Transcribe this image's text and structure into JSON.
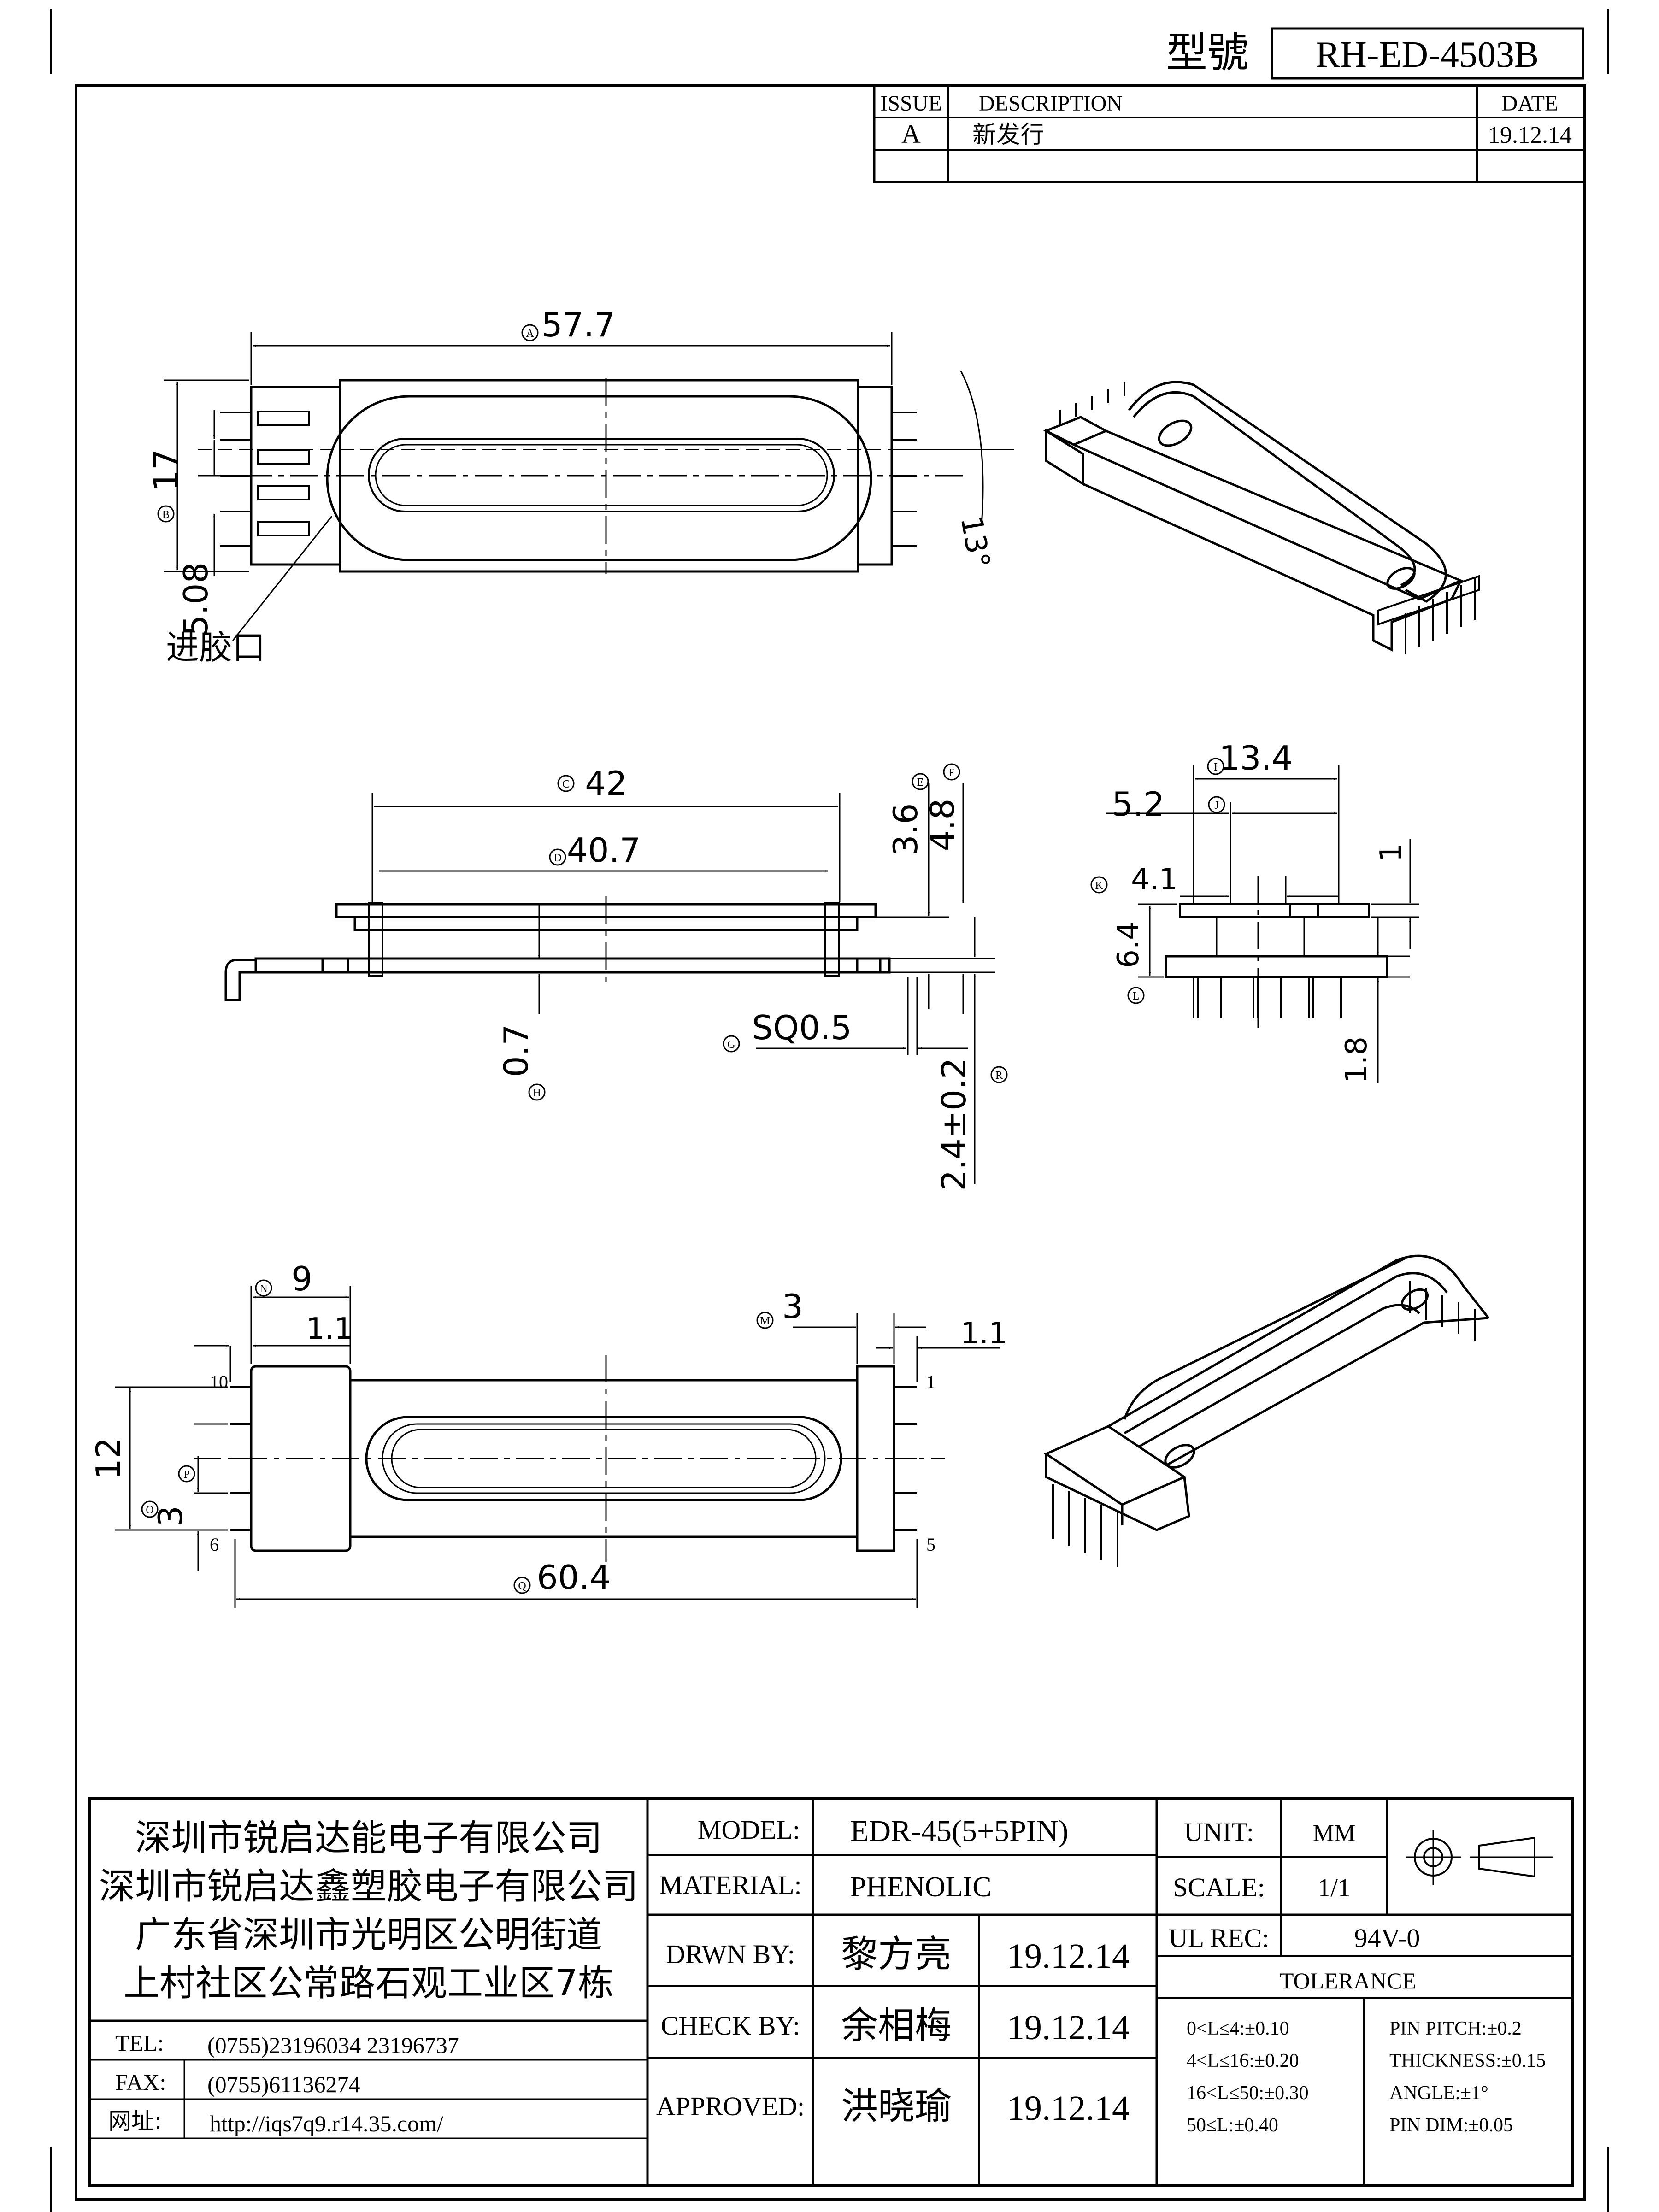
{
  "header": {
    "model_label": "型號",
    "model_number": "RH-ED-4503B"
  },
  "revision_table": {
    "headers": {
      "issue": "ISSUE",
      "description": "DESCRIPTION",
      "date": "DATE"
    },
    "rows": [
      {
        "issue": "A",
        "description": "新发行",
        "date": "19.12.14"
      }
    ]
  },
  "top_view": {
    "dim_length": "57.7",
    "dim_length_tag": "A",
    "dim_height": "17",
    "dim_height_tag": "B",
    "dim_pitch": "5.08",
    "dim_angle": "13°",
    "gate_label": "进胶口"
  },
  "side_view": {
    "dim_c": "42",
    "dim_c_tag": "C",
    "dim_d": "40.7",
    "dim_d_tag": "D",
    "dim_e": "3.6",
    "dim_e_tag": "E",
    "dim_f": "4.8",
    "dim_f_tag": "F",
    "dim_g": "SQ0.5",
    "dim_g_tag": "G",
    "dim_h": "0.7",
    "dim_h_tag": "H",
    "dim_r": "2.4±0.2",
    "dim_r_tag": "R"
  },
  "end_view": {
    "dim_i": "13.4",
    "dim_i_tag": "I",
    "dim_j": "5.2",
    "dim_j_tag": "J",
    "dim_k": "4.1",
    "dim_k_tag": "K",
    "dim_l": "6.4",
    "dim_l_tag": "L",
    "dim_one": "1",
    "dim_s": "1.8"
  },
  "bottom_view": {
    "dim_n": "9",
    "dim_n_tag": "N",
    "dim_n2": "1.1",
    "dim_m": "3",
    "dim_m_tag": "M",
    "dim_m2": "1.1",
    "dim_12": "12",
    "dim_o": "3",
    "dim_o_tag": "O",
    "dim_p_tag": "P",
    "dim_q": "60.4",
    "dim_q_tag": "Q",
    "pin_10": "10",
    "pin_6": "6",
    "pin_1": "1",
    "pin_5": "5"
  },
  "company": {
    "lines": [
      "深圳市锐启达能电子有限公司",
      "深圳市锐启达鑫塑胶电子有限公司",
      "广东省深圳市光明区公明街道",
      "上村社区公常路石观工业区7栋"
    ],
    "tel_label": "TEL:",
    "tel": "(0755)23196034  23196737",
    "fax_label": "FAX:",
    "fax": "(0755)61136274",
    "web_label": "网址:",
    "web": "http://iqs7q9.r14.35.com/"
  },
  "title_block": {
    "model_label": "MODEL:",
    "model": "EDR-45(5+5PIN)",
    "material_label": "MATERIAL:",
    "material": "PHENOLIC",
    "unit_label": "UNIT:",
    "unit": "MM",
    "scale_label": "SCALE:",
    "scale": "1/1",
    "ul_label": "UL REC:",
    "ul": "94V-0",
    "drawn_label": "DRWN BY:",
    "drawn_by": "黎方亮",
    "drawn_date": "19.12.14",
    "check_label": "CHECK BY:",
    "check_by": "余相梅",
    "check_date": "19.12.14",
    "approved_label": "APPROVED:",
    "approved_by": "洪晓瑜",
    "approved_date": "19.12.14",
    "tolerance_label": "TOLERANCE",
    "tolerances": [
      "0<L≤4:±0.10",
      "4<L≤16:±0.20",
      "16<L≤50:±0.30",
      "50≤L:±0.40"
    ],
    "pin_specs": [
      "PIN PITCH:±0.2",
      "THICKNESS:±0.15",
      "ANGLE:±1°",
      "PIN DIM:±0.05"
    ]
  }
}
